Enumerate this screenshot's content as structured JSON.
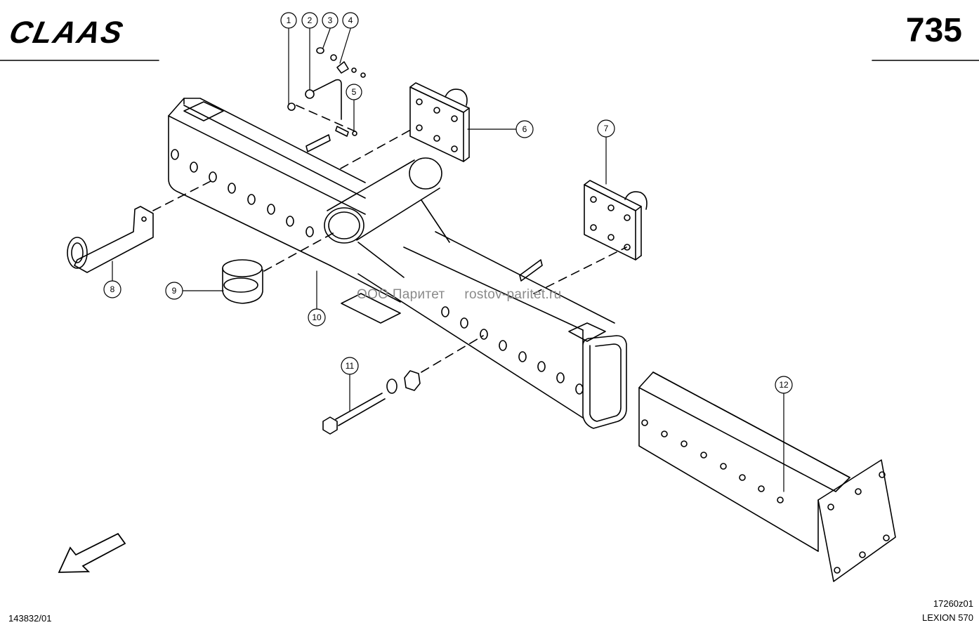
{
  "header": {
    "brand": "CLAAS",
    "page_number": "735"
  },
  "callouts": [
    "1",
    "2",
    "3",
    "4",
    "5",
    "6",
    "7",
    "8",
    "9",
    "10",
    "11",
    "12"
  ],
  "watermark": {
    "company": "ООО Паритет",
    "site": "rostov-paritet.ru"
  },
  "footer": {
    "document_number": "143832/01",
    "drawing_number": "17260z01",
    "model": "LEXION 570"
  },
  "colors": {
    "line": "#000000",
    "background": "#ffffff",
    "watermark": "#8a8a8a"
  }
}
